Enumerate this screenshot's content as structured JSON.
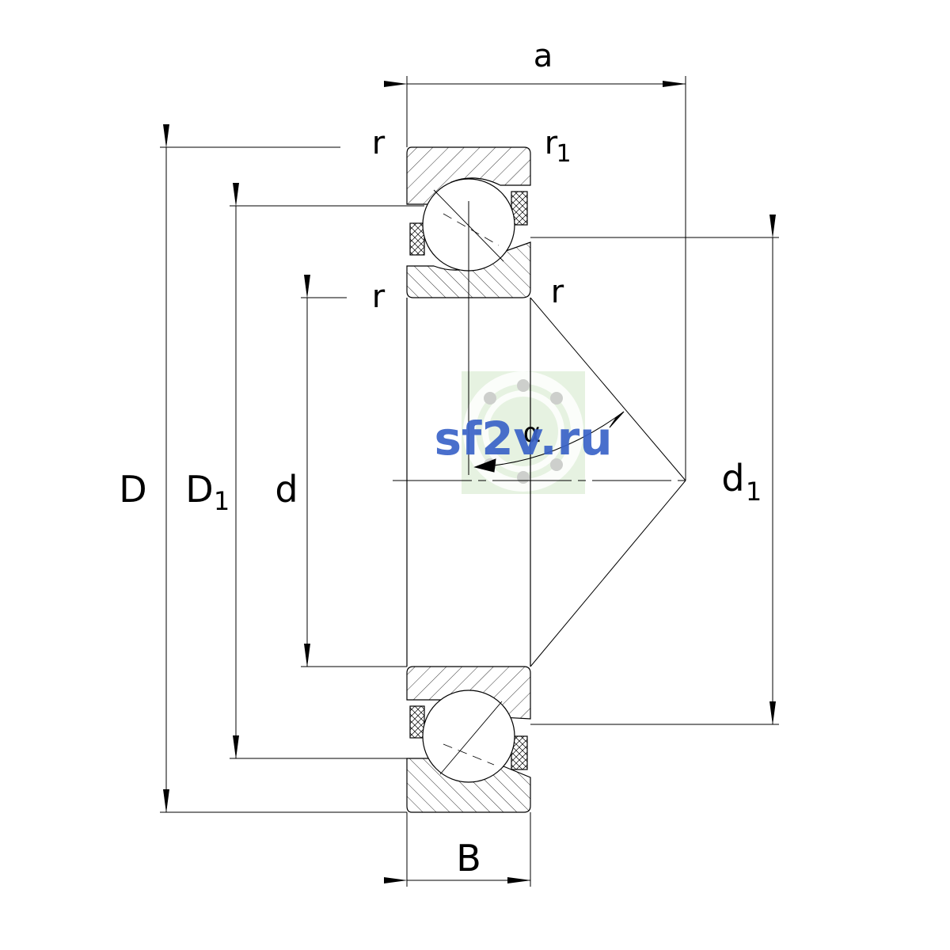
{
  "labels": {
    "a": "a",
    "r_top_left": "r",
    "r1_main": "r",
    "r1_sub": "1",
    "r_mid_left": "r",
    "r_mid_right": "r",
    "D": "D",
    "D1_main": "D",
    "D1_sub": "1",
    "d": "d",
    "d1_main": "d",
    "d1_sub": "1",
    "alpha": "α",
    "B": "B"
  },
  "watermark": {
    "text": "sf2v.ru",
    "color": "#3a63c8",
    "panel_color": "#e6f2e1"
  },
  "colors": {
    "line": "#000000",
    "background": "#ffffff"
  }
}
